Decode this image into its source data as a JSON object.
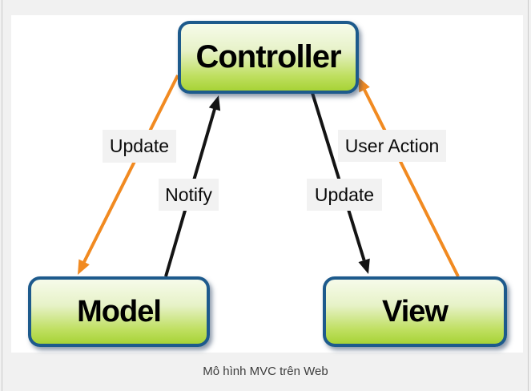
{
  "figure": {
    "caption": "Mô hình MVC trên Web"
  },
  "diagram": {
    "nodes": {
      "controller": {
        "label": "Controller"
      },
      "model": {
        "label": "Model"
      },
      "view": {
        "label": "View"
      }
    },
    "edges": {
      "controller_to_model": {
        "label": "Update",
        "color": "#f18a21",
        "direction": "Controller to Model"
      },
      "model_to_controller": {
        "label": "Notify",
        "color": "#141414",
        "direction": "Model to Controller"
      },
      "controller_to_view": {
        "label": "Update",
        "color": "#141414",
        "direction": "Controller to View"
      },
      "view_to_controller": {
        "label": "User Action",
        "color": "#f18a21",
        "direction": "View to Controller"
      }
    },
    "colors": {
      "node_fill_top": "#f6fbea",
      "node_fill_bottom": "#a7d336",
      "node_border": "#1d5a8c",
      "edge_orange": "#f18a21",
      "edge_black": "#141414",
      "edge_label_bg": "#f2f2f2",
      "page_bg": "#f1f1f1",
      "caption_text": "#3d3d3d"
    }
  }
}
